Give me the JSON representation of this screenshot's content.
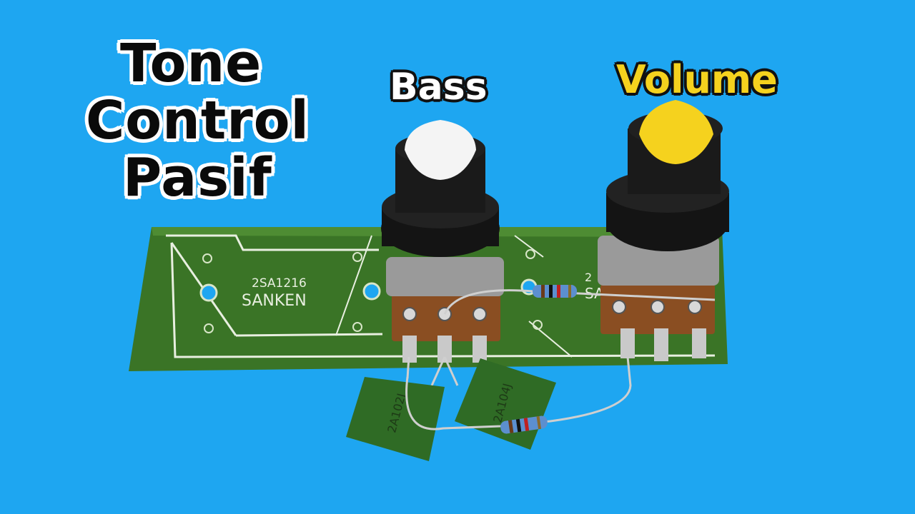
{
  "title": {
    "line1": "Tone",
    "line2": "Control",
    "line3": "Pasif"
  },
  "knobs": {
    "bass_label": "Bass",
    "volume_label": "Volume"
  },
  "pcb": {
    "silkscreen_part": "2SA1216",
    "silkscreen_brand": "SANKEN",
    "silkscreen_partial": "2",
    "silkscreen_partial2": "SA"
  },
  "capacitors": {
    "left_marking": "2A102J",
    "right_marking": "2A104J"
  },
  "colors": {
    "background": "#1ea6f1",
    "pcb": "#3f7a2a",
    "bass_knob_tip": "#f4f4f4",
    "volume_knob_tip": "#f5d21e"
  }
}
